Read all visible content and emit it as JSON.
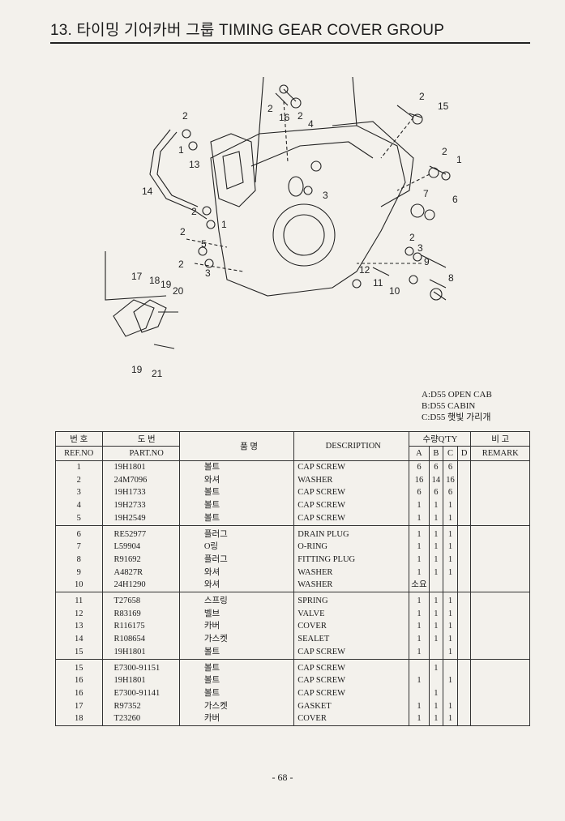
{
  "header": {
    "title": "13. 타이밍 기어카버 그룹  TIMING GEAR COVER GROUP"
  },
  "diagram": {
    "callouts": [
      "2",
      "16",
      "2",
      "4",
      "2",
      "15",
      "2",
      "1",
      "13",
      "14",
      "1",
      "2",
      "3",
      "7",
      "6",
      "2",
      "1",
      "2",
      "5",
      "2",
      "3",
      "9",
      "3",
      "2",
      "8",
      "12",
      "11",
      "10",
      "17",
      "18",
      "19",
      "20",
      "19",
      "21"
    ]
  },
  "models": [
    "A:D55 OPEN CAB",
    "B:D55 CABIN",
    "C:D55 햇빛 가리개"
  ],
  "table": {
    "headers": {
      "ref_kor": "번 호",
      "ref_eng": "REF.NO",
      "part_kor": "도 번",
      "part_eng": "PART.NO",
      "name_kor": "품 명",
      "description": "DESCRIPTION",
      "qty": "수량Q'TY",
      "qty_a": "A",
      "qty_b": "B",
      "qty_c": "C",
      "qty_d": "D",
      "remark_kor": "비 고",
      "remark_eng": "REMARK"
    },
    "rows": [
      {
        "ref": "1",
        "part": "19H1801",
        "kor": "볼트",
        "desc": "CAP SCREW",
        "a": "6",
        "b": "6",
        "c": "6",
        "d": ""
      },
      {
        "ref": "2",
        "part": "24M7096",
        "kor": "와셔",
        "desc": "WASHER",
        "a": "16",
        "b": "14",
        "c": "16",
        "d": ""
      },
      {
        "ref": "3",
        "part": "19H1733",
        "kor": "볼트",
        "desc": "CAP SCREW",
        "a": "6",
        "b": "6",
        "c": "6",
        "d": ""
      },
      {
        "ref": "4",
        "part": "19H2733",
        "kor": "볼트",
        "desc": "CAP SCREW",
        "a": "1",
        "b": "1",
        "c": "1",
        "d": ""
      },
      {
        "ref": "5",
        "part": "19H2549",
        "kor": "볼트",
        "desc": "CAP SCREW",
        "a": "1",
        "b": "1",
        "c": "1",
        "d": ""
      },
      {
        "ref": "6",
        "part": "RE52977",
        "kor": "플러그",
        "desc": "DRAIN PLUG",
        "a": "1",
        "b": "1",
        "c": "1",
        "d": ""
      },
      {
        "ref": "7",
        "part": "L59904",
        "kor": "O링",
        "desc": "O-RING",
        "a": "1",
        "b": "1",
        "c": "1",
        "d": ""
      },
      {
        "ref": "8",
        "part": "R91692",
        "kor": "플러그",
        "desc": "FITTING PLUG",
        "a": "1",
        "b": "1",
        "c": "1",
        "d": ""
      },
      {
        "ref": "9",
        "part": "A4827R",
        "kor": "와셔",
        "desc": "WASHER",
        "a": "1",
        "b": "1",
        "c": "1",
        "d": ""
      },
      {
        "ref": "10",
        "part": "24H1290",
        "kor": "와셔",
        "desc": "WASHER",
        "a": "소요",
        "b": "",
        "c": "",
        "d": ""
      },
      {
        "ref": "11",
        "part": "T27658",
        "kor": "스프링",
        "desc": "SPRING",
        "a": "1",
        "b": "1",
        "c": "1",
        "d": ""
      },
      {
        "ref": "12",
        "part": "R83169",
        "kor": "벨브",
        "desc": "VALVE",
        "a": "1",
        "b": "1",
        "c": "1",
        "d": ""
      },
      {
        "ref": "13",
        "part": "R116175",
        "kor": "카버",
        "desc": "COVER",
        "a": "1",
        "b": "1",
        "c": "1",
        "d": ""
      },
      {
        "ref": "14",
        "part": "R108654",
        "kor": "가스켓",
        "desc": "SEALET",
        "a": "1",
        "b": "1",
        "c": "1",
        "d": ""
      },
      {
        "ref": "15",
        "part": "19H1801",
        "kor": "볼트",
        "desc": "CAP SCREW",
        "a": "1",
        "b": "",
        "c": "1",
        "d": ""
      },
      {
        "ref": "15",
        "part": "E7300-91151",
        "kor": "볼트",
        "desc": "CAP SCREW",
        "a": "",
        "b": "1",
        "c": "",
        "d": ""
      },
      {
        "ref": "16",
        "part": "19H1801",
        "kor": "볼트",
        "desc": "CAP SCREW",
        "a": "1",
        "b": "",
        "c": "1",
        "d": ""
      },
      {
        "ref": "16",
        "part": "E7300-91141",
        "kor": "볼트",
        "desc": "CAP SCREW",
        "a": "",
        "b": "1",
        "c": "",
        "d": ""
      },
      {
        "ref": "17",
        "part": "R97352",
        "kor": "가스켓",
        "desc": "GASKET",
        "a": "1",
        "b": "1",
        "c": "1",
        "d": ""
      },
      {
        "ref": "18",
        "part": "T23260",
        "kor": "카버",
        "desc": "COVER",
        "a": "1",
        "b": "1",
        "c": "1",
        "d": ""
      }
    ]
  },
  "footer": {
    "page": "- 68 -"
  }
}
